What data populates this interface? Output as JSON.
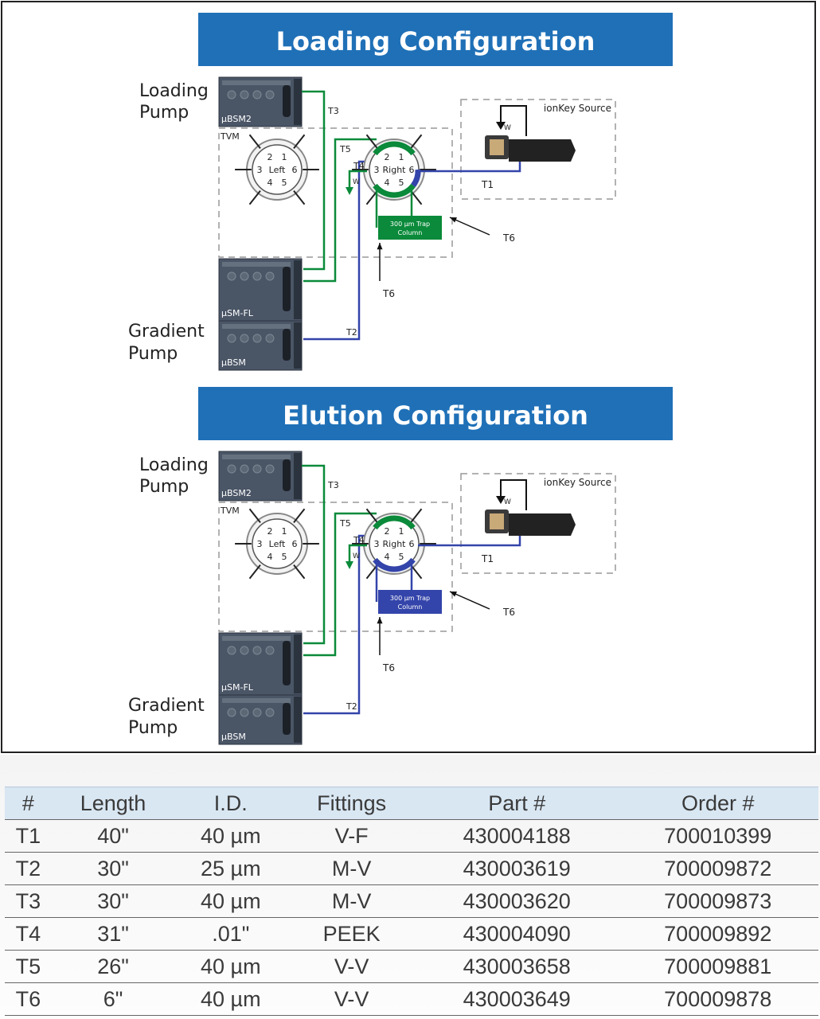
{
  "panels": [
    {
      "title": "Loading Configuration",
      "loading_pump_label": [
        "Loading",
        "Pump"
      ],
      "gradient_pump_label": [
        "Gradient",
        "Pump"
      ],
      "pump_top_model": "µBSM2",
      "pump_mid_model": "µSM-FL",
      "pump_bot_model": "µBSM",
      "tvm_label": "TVM",
      "valve_left": {
        "name": "Left",
        "ports": [
          "1",
          "2",
          "3",
          "4",
          "5",
          "6"
        ]
      },
      "valve_right": {
        "name": "Right",
        "ports": [
          "1",
          "2",
          "3",
          "4",
          "5",
          "6"
        ]
      },
      "trap_column": [
        "300 µm Trap",
        "Column"
      ],
      "ionkey_label": "ionKey Source",
      "tube_labels": {
        "t1": "T1",
        "t2": "T2",
        "t3": "T3",
        "t4": "T4",
        "t5": "T5",
        "t6a": "T6",
        "t6b": "T6",
        "w1": "W",
        "w2": "W"
      }
    },
    {
      "title": "Elution Configuration",
      "loading_pump_label": [
        "Loading",
        "Pump"
      ],
      "gradient_pump_label": [
        "Gradient",
        "Pump"
      ],
      "pump_top_model": "µBSM2",
      "pump_mid_model": "µSM-FL",
      "pump_bot_model": "µBSM",
      "tvm_label": "TVM",
      "valve_left": {
        "name": "Left",
        "ports": [
          "1",
          "2",
          "3",
          "4",
          "5",
          "6"
        ]
      },
      "valve_right": {
        "name": "Right",
        "ports": [
          "1",
          "2",
          "3",
          "4",
          "5",
          "6"
        ]
      },
      "trap_column": [
        "300 µm Trap",
        "Column"
      ],
      "ionkey_label": "ionKey Source",
      "tube_labels": {
        "t1": "T1",
        "t2": "T2",
        "t3": "T3",
        "t4": "T4",
        "t5": "T5",
        "t6a": "T6",
        "t6b": "T6",
        "w1": "W",
        "w2": "W"
      }
    }
  ],
  "colors": {
    "banner": "#1f70b7",
    "green": "#0a8a3a",
    "blue": "#3344aa",
    "pump": "#4a5566"
  },
  "table": {
    "headers": [
      "#",
      "Length",
      "I.D.",
      "Fittings",
      "Part #",
      "Order #"
    ],
    "rows": [
      [
        "T1",
        "40\"",
        "40 µm",
        "V-F",
        "430004188",
        "700010399"
      ],
      [
        "T2",
        "30\"",
        "25 µm",
        "M-V",
        "430003619",
        "700009872"
      ],
      [
        "T3",
        "30\"",
        "40 µm",
        "M-V",
        "430003620",
        "700009873"
      ],
      [
        "T4",
        "31\"",
        ".01\"",
        "PEEK",
        "430004090",
        "700009892"
      ],
      [
        "T5",
        "26\"",
        "40 µm",
        "V-V",
        "430003658",
        "700009881"
      ],
      [
        "T6",
        "6\"",
        "40 µm",
        "V-V",
        "430003649",
        "700009878"
      ]
    ]
  }
}
